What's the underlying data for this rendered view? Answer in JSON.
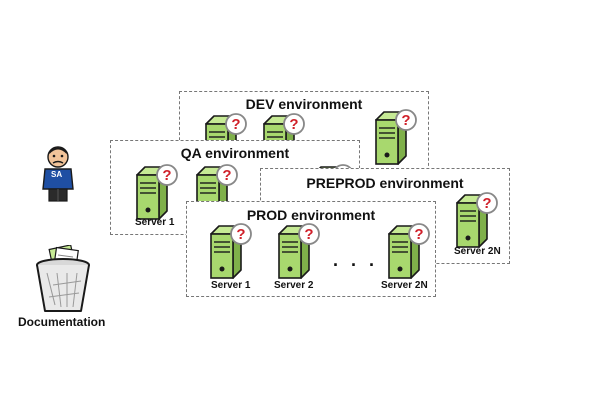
{
  "environments": {
    "dev": {
      "title": "DEV environment"
    },
    "qa": {
      "title": "QA environment",
      "server_first": "Server 1"
    },
    "preprod": {
      "title": "PREPROD environment",
      "server_last": "Server 2N"
    },
    "prod": {
      "title": "PROD environment",
      "server_first": "Server 1",
      "server_second": "Server 2",
      "ellipsis": ". . .",
      "server_last": "Server 2N"
    }
  },
  "sysadmin": {
    "badge": "SA"
  },
  "documentation": {
    "caption": "Documentation"
  },
  "icons": {
    "server": "server-icon",
    "question": "question-mark-icon",
    "person": "sysadmin-icon",
    "trash": "trash-can-icon"
  },
  "colors": {
    "server_green": "#a8d86e",
    "server_dark": "#6f9f3c",
    "question_red": "#d0202a",
    "shirt_blue": "#1f4fa3"
  }
}
